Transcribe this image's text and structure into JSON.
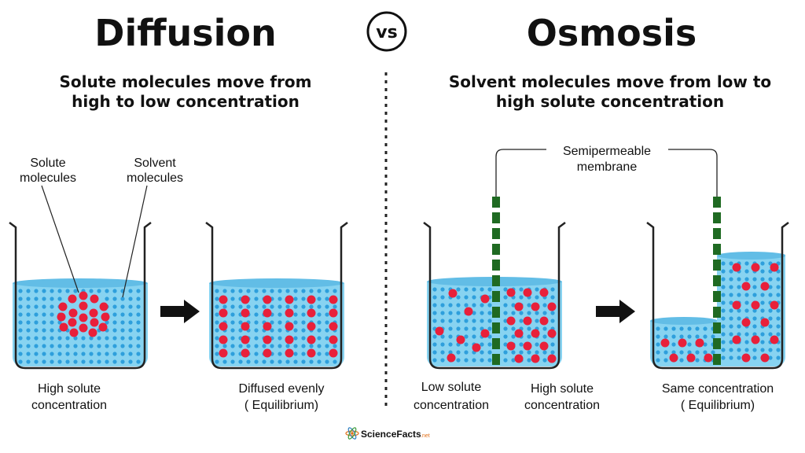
{
  "titles": {
    "left": "Diffusion",
    "vs": "vs",
    "right": "Osmosis"
  },
  "subtitles": {
    "left_line1": "Solute molecules move from",
    "left_line2": "high to low concentration",
    "right_line1": "Solvent molecules move from low to",
    "right_line2": "high solute concentration"
  },
  "labels": {
    "solute_line1": "Solute",
    "solute_line2": "molecules",
    "solvent_line1": "Solvent",
    "solvent_line2": "molecules",
    "membrane_line1": "Semipermeable",
    "membrane_line2": "membrane",
    "beaker1_line1": "High solute",
    "beaker1_line2": "concentration",
    "beaker2_line1": "Diffused evenly",
    "beaker2_line2": "( Equilibrium)",
    "beaker3_left_line1": "Low solute",
    "beaker3_left_line2": "concentration",
    "beaker3_right_line1": "High solute",
    "beaker3_right_line2": "concentration",
    "beaker4_line1": "Same concentration",
    "beaker4_line2": "( Equilibrium)"
  },
  "logo": {
    "text": "ScienceFacts",
    "suffix": ".net"
  },
  "colors": {
    "water": "#87d3f1",
    "water_surface": "#62bde6",
    "solvent_dot": "#2e9fdc",
    "solute": "#e8203a",
    "membrane": "#1f6a22",
    "line": "#222222"
  }
}
